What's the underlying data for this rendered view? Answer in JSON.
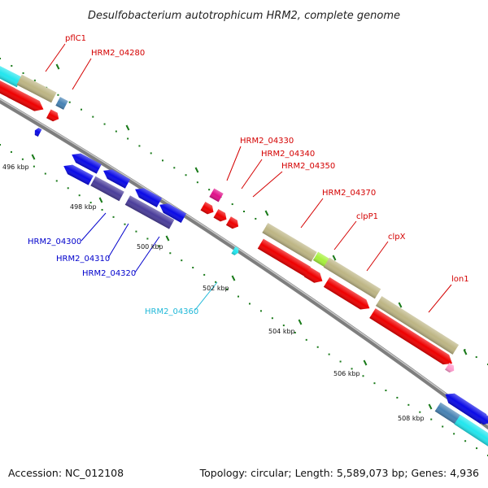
{
  "title": "Desulfobacterium autotrophicum HRM2, complete genome",
  "footer": {
    "accession": "Accession: NC_012108",
    "topology": "Topology: circular; Length: 5,589,073 bp; Genes: 4,936"
  },
  "ticks": [
    "496 kbp",
    "498 kbp",
    "500 kbp",
    "502 kbp",
    "504 kbp",
    "506 kbp",
    "508 kbp"
  ],
  "gene_labels": [
    {
      "text": "pflC1",
      "color": "#d40000"
    },
    {
      "text": "HRM2_04280",
      "color": "#d40000"
    },
    {
      "text": "HRM2_04330",
      "color": "#d40000"
    },
    {
      "text": "HRM2_04340",
      "color": "#d40000"
    },
    {
      "text": "HRM2_04350",
      "color": "#d40000"
    },
    {
      "text": "HRM2_04370",
      "color": "#d40000"
    },
    {
      "text": "clpP1",
      "color": "#d40000"
    },
    {
      "text": "clpX",
      "color": "#d40000"
    },
    {
      "text": "lon1",
      "color": "#d40000"
    },
    {
      "text": "HRM2_04300",
      "color": "#0000cc"
    },
    {
      "text": "HRM2_04310",
      "color": "#0000cc"
    },
    {
      "text": "HRM2_04320",
      "color": "#0000cc"
    },
    {
      "text": "HRM2_04360",
      "color": "#20b8d8"
    }
  ],
  "colors": {
    "backbone": "#8c8c8c",
    "red": "#ee0000",
    "blue": "#0a0ae6",
    "navy": "#4a3d9a",
    "olive": "#bdb584",
    "cyan": "#22e6ee",
    "steel": "#4682b4",
    "magenta": "#e0108a",
    "lime": "#a6f03c",
    "pink": "#ff99cc",
    "tick": "#1a7a1a"
  }
}
